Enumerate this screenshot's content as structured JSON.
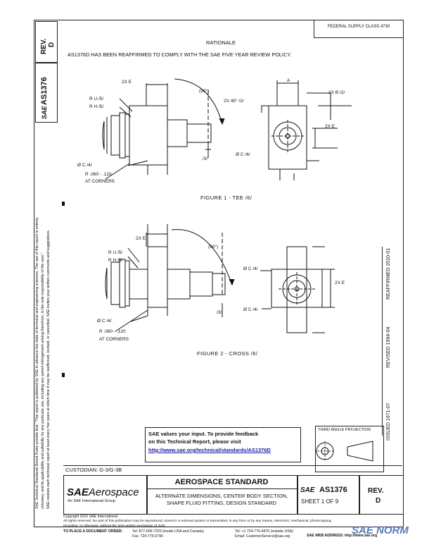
{
  "left_strip": {
    "rev_label": "REV.",
    "rev_value": "D",
    "doc_number": "AS1376",
    "sae_short": "SAE",
    "legal_line1": "SAE Technical Standards Board Rules provide that: \"This report is published by SAE to advance the state of technical and engineering sciences. The use of this report is entirely",
    "legal_line2": "voluntary, and its applicability and suitability for any particular use, including any patent infringement arising therefrom, is the sole responsibility of the user.\"",
    "legal_line3": "SAE reviews each technical report at least every five years at which time it may be reaffirmed, revised, or cancelled. SAE invites your written comments and suggestions."
  },
  "right_strip": {
    "issued": "ISSUED 1971-07",
    "revised": "REVISED 1994-04",
    "reaffirmed": "REAFFIRMED 2010-01"
  },
  "header": {
    "fsc": "FEDERAL SUPPLY CLASS 4730",
    "rationale_title": "RATIONALE",
    "rationale_text": "AS1376D HAS BEEN REAFFIRMED TO COMPLY WITH THE SAE FIVE YEAR REVIEW POLICY."
  },
  "figure1": {
    "caption": "FIGURE 1 - TEE /6/",
    "labels": {
      "two_x_e": "2X  E",
      "ninety": "(90°)",
      "a": "A",
      "two_x_b": "2X  B  /2/",
      "r_u": "R  U  /5/",
      "r_h": "R  H  /5/",
      "chamfer": "2X  45°  /2/",
      "two_x_e_right": "2X  E",
      "dia_c_left": "Ø  C  /4/",
      "three": "/3/",
      "dia_c_right": "Ø  C  /4/",
      "radius": "R  .060 - .120",
      "corners": "AT  CORNERS"
    }
  },
  "figure2": {
    "caption": "FIGURE 2 - CROSS /6/",
    "labels": {
      "two_x_e": "2X  E",
      "ninety": "(90°)",
      "r_u": "R  U  /5/",
      "r_h": "R  H  /5/",
      "dia_c_a": "Ø  C  /4/",
      "two_x_e_right": "2X  E",
      "dia_c_left": "Ø  C  /4/",
      "three": "/3/",
      "dia_c_b": "Ø  C  /4/",
      "radius": "R  .060 - .120",
      "corners": "AT  CORNERS"
    }
  },
  "feedback": {
    "line1": "SAE values your input. To provide feedback",
    "line2": "on this Technical Report, please visit",
    "url": "http://www.sae.org/technical/standards/AS1376D"
  },
  "projection": {
    "label": "THIRD ANGLE PROJECTION"
  },
  "custodian": "CUSTODIAN: G-3/G-3B",
  "title_block": {
    "logo_sae": "SAE",
    "logo_aero": "Aerospace",
    "logo_tag": "An SAE International Group",
    "standard_title": "AEROSPACE STANDARD",
    "desc1": "ALTERNATE DIMENSIONS, CENTER BODY SECTION,",
    "desc2": "SHAPE FLUID FITTING, DESIGN STANDARD",
    "sae_mark": "SAE",
    "doc_number": "AS1376",
    "sheet": "SHEET 1 OF 9",
    "rev_label": "REV.",
    "rev_value": "D"
  },
  "footer": {
    "copyright": "Copyright 2010 SAE International",
    "rights1": "All rights reserved. No part of this publication may be reproduced, stored in a retrieval system or transmitted, in any form or by any means, electronic, mechanical, photocopying,",
    "rights2": "recording, or otherwise, without the prior written permission of SAE.",
    "order_label": "TO PLACE A DOCUMENT ORDER:",
    "tel": "Tel:  877-606-7323 (inside USA and Canada)",
    "tel_intl": "Tel:  +1 724-776-4970 (outside USA)",
    "fax": "Fax:  724-776-0790",
    "email": "Email:  CustomerService@sae.org",
    "web": "SAE WEB ADDRESS:  http://www.sae.org"
  },
  "watermark": "SAE NORM"
}
